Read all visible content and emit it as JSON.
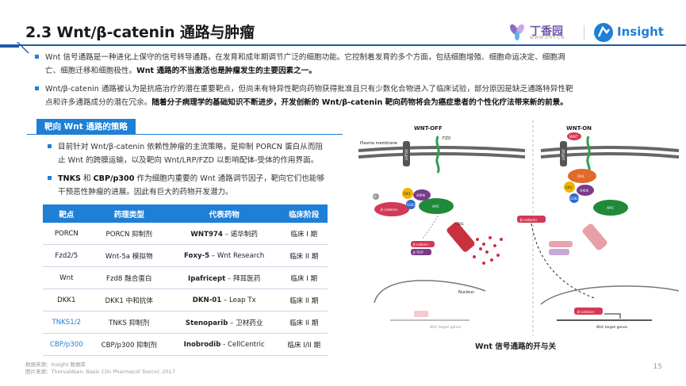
{
  "header": {
    "title": "2.3 Wnt/β-catenin 通路与肿瘤",
    "logo1_name": "丁香园",
    "logo1_url": "WWW.DXY.CN",
    "logo2_name": "Insight"
  },
  "bullets_top": [
    {
      "text": "Wnt 信号通路是一种进化上保守的信号转导通路，在发育和成年期调节广泛的细胞功能。它控制着发育的多个方面，包括细胞增殖、细胞命运决定、细胞凋",
      "text2": "亡、细胞迁移和细胞极性。",
      "bold": "Wnt 通路的不当激活也是肿瘤发生的主要因素之一。"
    },
    {
      "text": "Wnt/β-catenin 通路被认为是抗癌治疗的潜在重要靶点，但尚未有特异性靶向药物获得批准且只有少数化合物进入了临床试验，部分原因是缺乏通路特异性靶",
      "text2": "点和许多通路成分的潜在冗余。",
      "bold": "随着分子病理学的基础知识不断进步，开发创新的 Wnt/β-catenin 靶向药物将会为癌症患者的个性化疗法带来新的前景。"
    }
  ],
  "strategy": {
    "title": "靶向 Wnt 通路的策略",
    "bullets": [
      {
        "line1": "目前针对 Wnt/β-catenin 依赖性肿瘤的主流策略，是抑制 PORCN 蛋白从而阻",
        "line2": "止 Wnt 的跨膜运输，以及靶向 Wnt/LRP/FZD 以影响配体-受体的作用界面。"
      },
      {
        "bold": "TNKS",
        "mid": " 和 ",
        "bold2": "CBP/p300",
        "line1": " 作为细胞内重要的 Wnt 通路调节因子，靶向它们也能够",
        "line2": "干预恶性肿瘤的进展。因此有巨大的药物开发潜力。"
      }
    ]
  },
  "table": {
    "headers": [
      "靶点",
      "药理类型",
      "代表药物",
      "临床阶段"
    ],
    "rows": [
      {
        "target": "PORCN",
        "type": "PORCN 抑制剂",
        "drug_bold": "WNT974",
        "drug_rest": " – 诺华制药",
        "phase": "临床 I 期",
        "hl": false
      },
      {
        "target": "Fzd2/5",
        "type": "Wnt-5a 模拟物",
        "drug_bold": "Foxy-5",
        "drug_rest": " – Wnt Research",
        "phase": "临床 II 期",
        "hl": false
      },
      {
        "target": "Wnt",
        "type": "Fzd8 融合蛋白",
        "drug_bold": "Ipafricept",
        "drug_rest": " – 拜耳医药",
        "phase": "临床 I 期",
        "hl": false
      },
      {
        "target": "DKK1",
        "type": "DKK1 中和抗体",
        "drug_bold": "DKN-01",
        "drug_rest": " – Leap Tx",
        "phase": "临床 II 期",
        "hl": false
      },
      {
        "target": "TNKS1/2",
        "type": "TNKS 抑制剂",
        "drug_bold": "Stenoparib",
        "drug_rest": " – 卫材药业",
        "phase": "临床 II 期",
        "hl": true
      },
      {
        "target": "CBP/p300",
        "type": "CBP/p300 抑制剂",
        "drug_bold": "Inobrodib",
        "drug_rest": " - CellCentric",
        "phase": "临床 I/II 期",
        "hl": true
      }
    ]
  },
  "diagram": {
    "caption": "Wnt 信号通路的开与关",
    "off_label": "WNT-OFF",
    "on_label": "WNT-ON",
    "plasma_membrane": "Plasma membrane",
    "lrp": "LRP5/6",
    "fzd": "FZD",
    "wnt": "WNT",
    "dvl": "DVL",
    "ck1": "CK1",
    "axin": "AXIN",
    "gsk3": "GSK3",
    "apc": "APC",
    "bcat": "β-catenin",
    "btrcp": "β-TrCP",
    "p": "P",
    "proteasome": "26S",
    "nucleus": "Nucleus",
    "target_genes": "Wnt target genes"
  },
  "footer": {
    "source1": "数据来源：Insight 数据库",
    "source2": "图片来源：Thorvaldsen, Basic Clin Pharmacol Toxicol, 2017",
    "page": "15"
  },
  "colors": {
    "accent": "#1e7fd6",
    "title_line": "#1e5aa8"
  }
}
